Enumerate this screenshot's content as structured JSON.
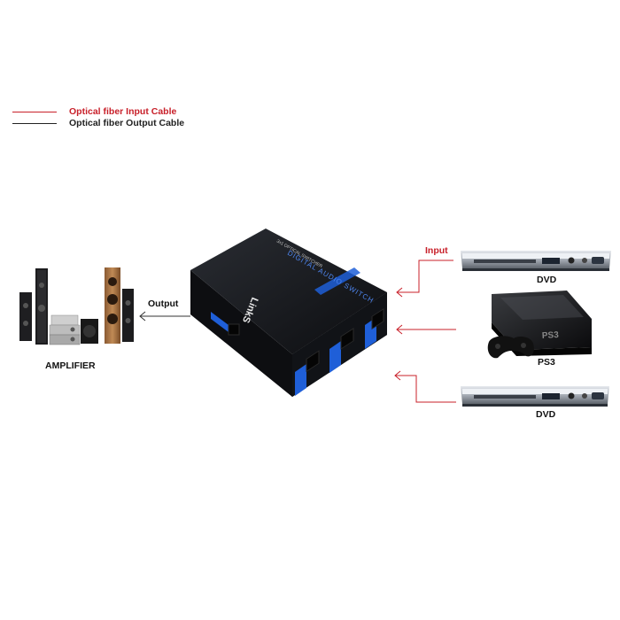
{
  "legend": {
    "input_label": "Optical fiber Input Cable",
    "output_label": "Optical fiber Output Cable",
    "input_color": "#c8202a",
    "output_color": "#222222"
  },
  "labels": {
    "input": "Input",
    "output": "Output",
    "amplifier": "AMPLIFIER",
    "dvd_top": "DVD",
    "ps3": "PS3",
    "dvd_bottom": "DVD"
  },
  "switch_box": {
    "brand": "LinkS",
    "line1": "DIGITAL AUDIO SWITCH",
    "line2": "3x1 OPTICAL SWITCHER",
    "body_color": "#14161a",
    "accent_color": "#1f5fd8"
  },
  "icons": [
    "amplifier-speaker-system-icon",
    "dvd-player-icon",
    "ps3-console-icon",
    "gamepad-icon",
    "arrow-left-icon"
  ]
}
